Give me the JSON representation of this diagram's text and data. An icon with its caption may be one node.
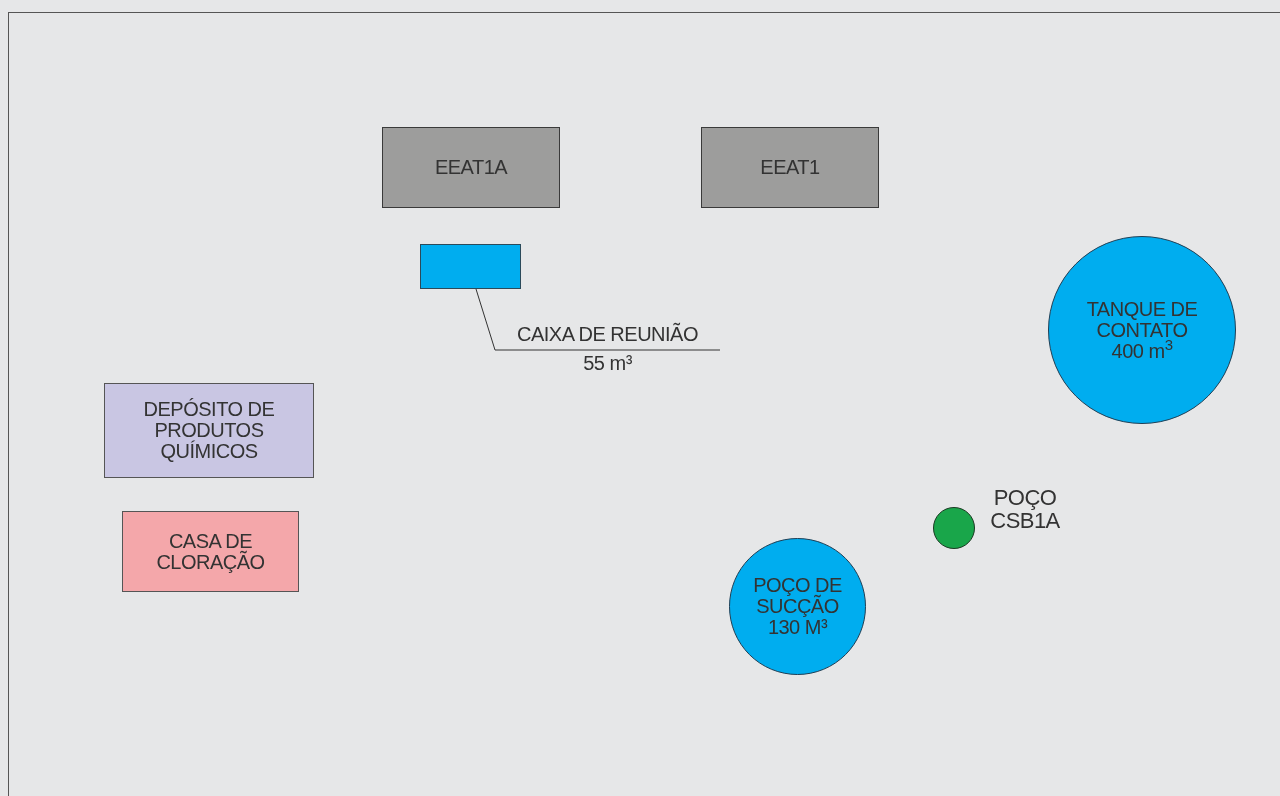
{
  "diagram": {
    "nodes": [
      {
        "text": [
          "EEAT1A"
        ]
      },
      {
        "text": [
          "EEAT1"
        ]
      },
      {
        "text": [],
        "shape": "box"
      },
      {
        "text": [
          "CAIXA DE REUNIÃO",
          "55 m³"
        ]
      },
      {
        "text": [
          "TANQUE DE CONTATO",
          "400 m$^{3}$"
        ]
      },
      {
        "text": [
          "DEPÓSITO DE PRODUTOS QUÍMICOS"
        ]
      },
      {
        "text": [],
        "shape": "circle",
        "beside": [
          "POÇO CSB1A"
        ]
      },
      {
        "text": [
          "CASA DE CLORAÇÃO"
        ]
      },
      {
        "text": [
          "POÇO DE SUCÇÃO",
          "130 M³"
        ]
      }
    ],
    "edges": [
      {
        "from": 3,
        "to": 2,
        "arrow": "none"
      }
    ]
  }
}
